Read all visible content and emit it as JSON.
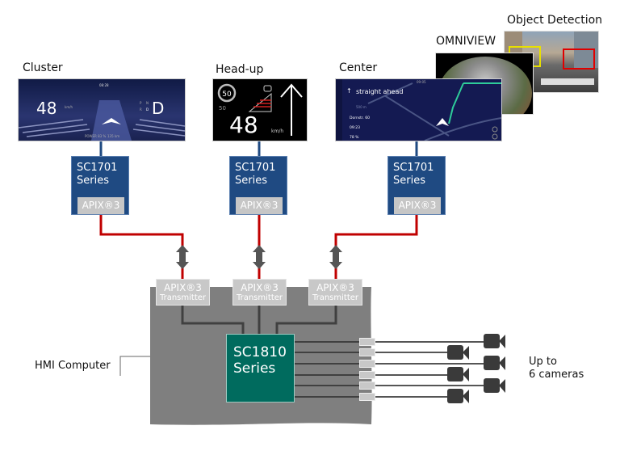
{
  "displays": {
    "cluster": {
      "label": "Cluster",
      "speed": "48",
      "unit": "km/h",
      "gear": "D",
      "gears": [
        "P",
        "N",
        "R",
        "D"
      ],
      "time": "08:28",
      "power": "POWER 83 %",
      "range": "135 km"
    },
    "headup": {
      "label": "Head-up",
      "limit": "50",
      "limit_small": "50",
      "speed": "48",
      "unit": "km/h"
    },
    "center": {
      "label": "Center",
      "direction": "straight ahead",
      "distance": "500 m",
      "destination": "Dornstr. 60",
      "arrival": "09:23",
      "status": "78 %",
      "time": "09:05"
    },
    "omniview": {
      "label": "OMNIVIEW"
    },
    "object_detection": {
      "label": "Object Detection"
    }
  },
  "serializers": [
    {
      "name": "SC1701",
      "series": "Series",
      "apix": "APIX®3"
    },
    {
      "name": "SC1701",
      "series": "Series",
      "apix": "APIX®3"
    },
    {
      "name": "SC1701",
      "series": "Series",
      "apix": "APIX®3"
    }
  ],
  "transmitters": [
    {
      "name": "APIX®3",
      "sub": "Transmitter"
    },
    {
      "name": "APIX®3",
      "sub": "Transmitter"
    },
    {
      "name": "APIX®3",
      "sub": "Transmitter"
    }
  ],
  "hmi": {
    "label": "HMI Computer",
    "chip": "SC1810",
    "chip_series": "Series"
  },
  "cameras": {
    "label_line1": "Up to",
    "label_line2": "6 cameras",
    "count": 6
  },
  "colors": {
    "serializer_blue": "#1f4a82",
    "chip_teal": "#006b5e",
    "link_red": "#c00000",
    "hmi_gray": "#7f7f7f",
    "apix_gray": "#c8c8c8",
    "arrow_gray": "#555555"
  }
}
